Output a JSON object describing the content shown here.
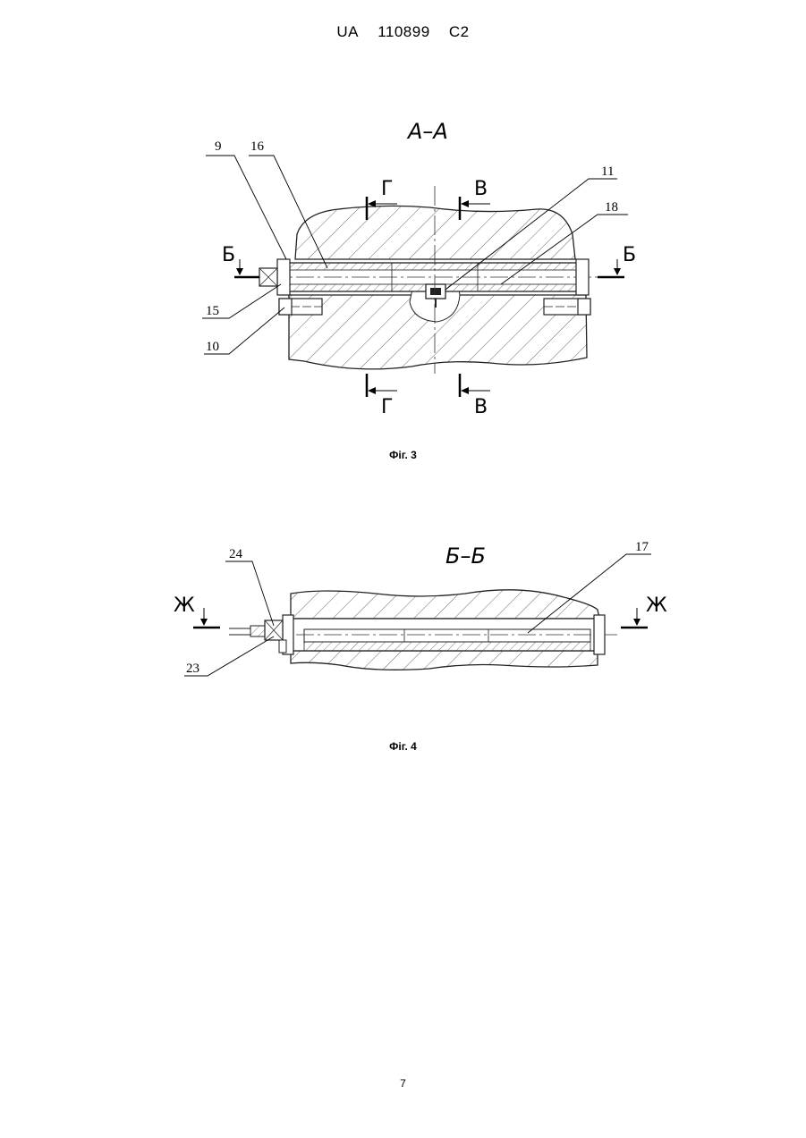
{
  "header": {
    "country": "UA",
    "number": "110899",
    "kind": "C2"
  },
  "figure3": {
    "section_title": "А–А",
    "caption": "Фіг. 3",
    "cut_marks": {
      "b_left": "Б",
      "b_right": "Б",
      "g_top": "Г",
      "g_bottom": "Г",
      "v_top": "В",
      "v_bottom": "В"
    },
    "labels": [
      "9",
      "16",
      "11",
      "18",
      "15",
      "10"
    ]
  },
  "figure4": {
    "section_title": "Б–Б",
    "caption": "Фіг. 4",
    "cut_marks": {
      "zh_left": "Ж",
      "zh_right": "Ж"
    },
    "labels": [
      "24",
      "23",
      "17"
    ]
  },
  "page_number": "7"
}
